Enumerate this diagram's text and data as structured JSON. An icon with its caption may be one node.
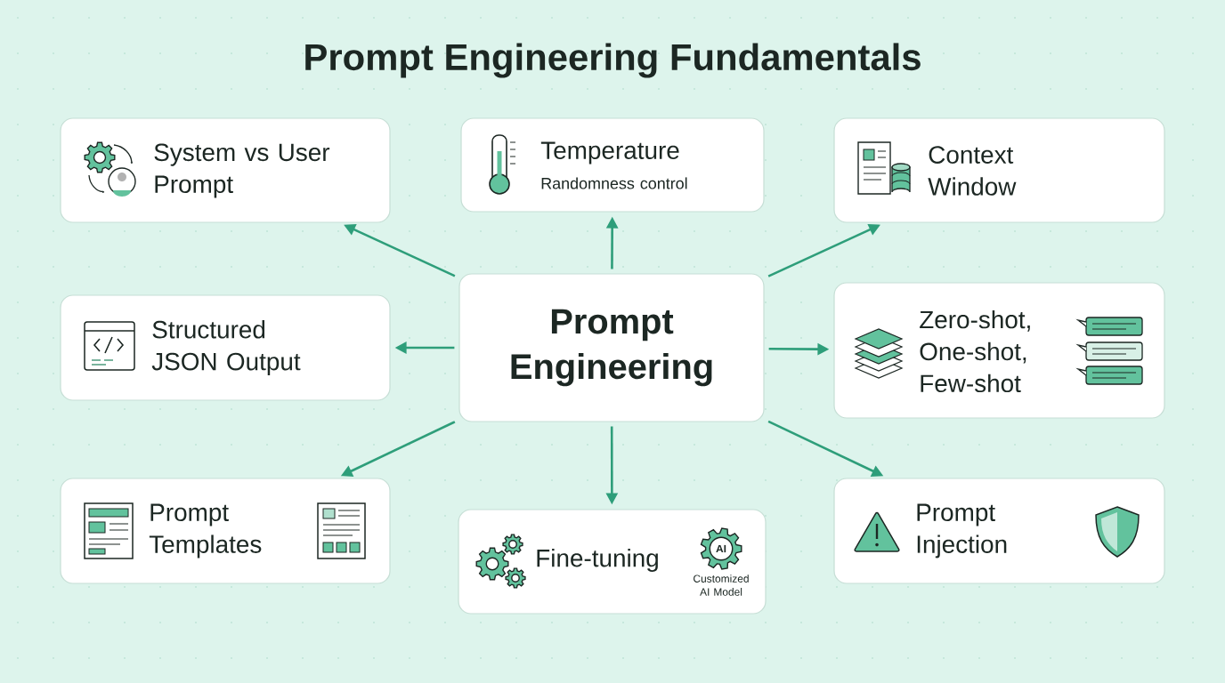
{
  "diagram": {
    "title": "Prompt Engineering Fundamentals",
    "nodes": [
      {
        "text": [
          "Prompt Engineering"
        ]
      },
      {
        "text": [
          "System vs User Prompt"
        ]
      },
      {
        "text": [
          "Temperature",
          "Randomness control"
        ]
      },
      {
        "text": [
          "Context Window"
        ]
      },
      {
        "text": [
          "Structured JSON Output"
        ]
      },
      {
        "text": [
          "Zero-shot, One-shot, Few-shot"
        ]
      },
      {
        "text": [
          "Prompt Templates"
        ]
      },
      {
        "text": [
          "Fine-tuning",
          "Customized AI Model"
        ]
      },
      {
        "text": [
          "Prompt Injection"
        ]
      }
    ],
    "edges": [
      {
        "from": 0,
        "to": 1,
        "arrow": "to"
      },
      {
        "from": 0,
        "to": 2,
        "arrow": "to"
      },
      {
        "from": 0,
        "to": 3,
        "arrow": "to"
      },
      {
        "from": 0,
        "to": 4,
        "arrow": "to"
      },
      {
        "from": 0,
        "to": 5,
        "arrow": "to"
      },
      {
        "from": 0,
        "to": 6,
        "arrow": "to"
      },
      {
        "from": 0,
        "to": 7,
        "arrow": "to"
      },
      {
        "from": 0,
        "to": 8,
        "arrow": "to"
      }
    ],
    "labels": [
      "AI"
    ]
  }
}
